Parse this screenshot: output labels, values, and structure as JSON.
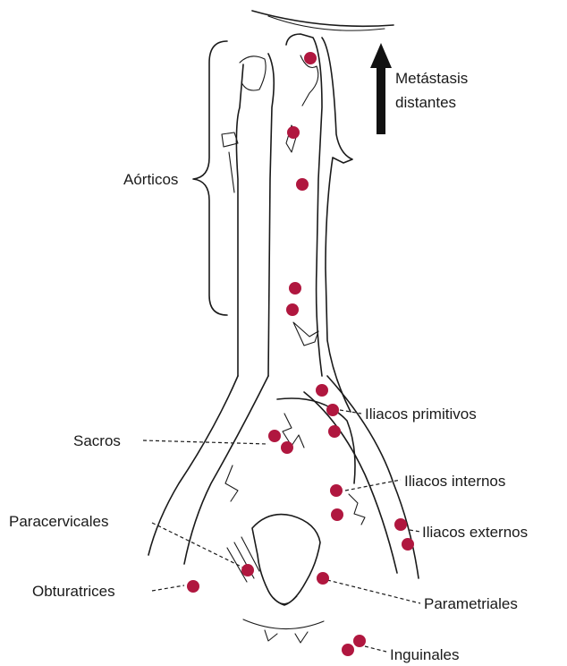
{
  "labels": {
    "metastasis_line1": "Metástasis",
    "metastasis_line2": "distantes",
    "aorticos": "Aórticos",
    "iliacos_primitivos": "Iliacos primitivos",
    "sacros": "Sacros",
    "iliacos_internos": "Iliacos internos",
    "paracervicales": "Paracervicales",
    "iliacos_externos": "Iliacos externos",
    "obturatrices": "Obturatrices",
    "parametriales": "Parametriales",
    "inguinales": "Inguinales"
  },
  "colors": {
    "node": "#b0173f",
    "line": "#1a1a1a",
    "arrow": "#111111"
  },
  "icons": {
    "arrow": "up-arrow-icon",
    "brace": "curly-brace-icon"
  }
}
